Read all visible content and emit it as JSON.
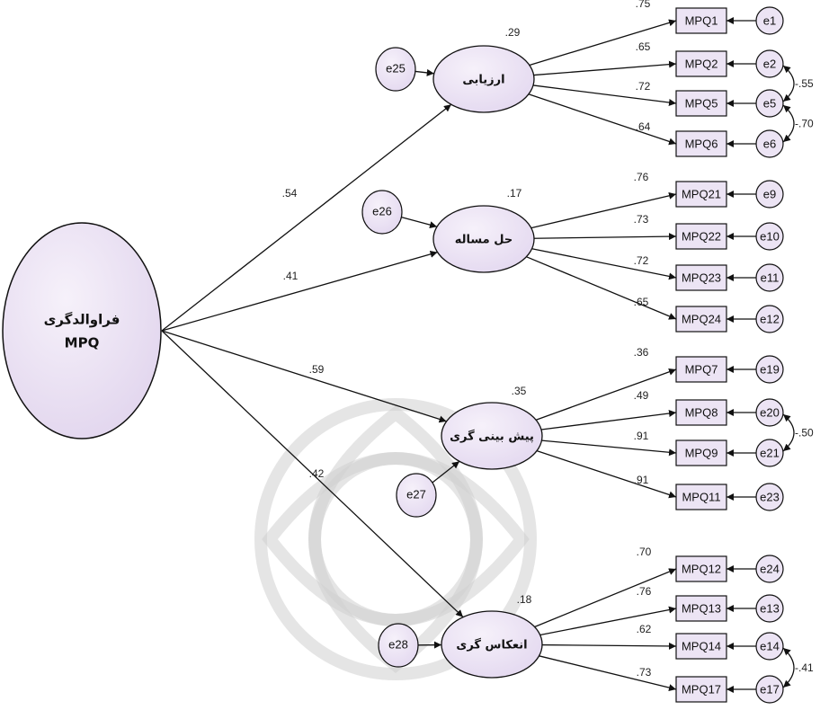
{
  "second_order": {
    "line1": "فراوالدگری",
    "line2": "MPQ"
  },
  "factors": [
    {
      "id": "f1",
      "label": "ارزیابی",
      "r2": ".29",
      "path": ".54",
      "error": "e25",
      "items": [
        {
          "id": "MPQ1",
          "loading": ".75",
          "error": "e1"
        },
        {
          "id": "MPQ2",
          "loading": ".65",
          "error": "e2"
        },
        {
          "id": "MPQ5",
          "loading": ".72",
          "error": "e5"
        },
        {
          "id": "MPQ6",
          "loading": ".64",
          "error": "e6"
        }
      ],
      "correlations": [
        {
          "between": [
            "e2",
            "e5"
          ],
          "value": "-.55"
        },
        {
          "between": [
            "e5",
            "e6"
          ],
          "value": "-.70"
        }
      ]
    },
    {
      "id": "f2",
      "label": "حل مساله",
      "r2": ".17",
      "path": ".41",
      "error": "e26",
      "items": [
        {
          "id": "MPQ21",
          "loading": ".76",
          "error": "e9"
        },
        {
          "id": "MPQ22",
          "loading": ".73",
          "error": "e10"
        },
        {
          "id": "MPQ23",
          "loading": ".72",
          "error": "e11"
        },
        {
          "id": "MPQ24",
          "loading": ".65",
          "error": "e12"
        }
      ],
      "correlations": []
    },
    {
      "id": "f3",
      "label": "پیش بینی گری",
      "r2": ".35",
      "path": ".59",
      "error": "e27",
      "items": [
        {
          "id": "MPQ7",
          "loading": ".36",
          "error": "e19"
        },
        {
          "id": "MPQ8",
          "loading": ".49",
          "error": "e20"
        },
        {
          "id": "MPQ9",
          "loading": ".91",
          "error": "e21"
        },
        {
          "id": "MPQ11",
          "loading": ".91",
          "error": "e23"
        }
      ],
      "correlations": [
        {
          "between": [
            "e20",
            "e21"
          ],
          "value": "-.50"
        }
      ]
    },
    {
      "id": "f4",
      "label": "انعکاس گری",
      "r2": ".18",
      "path": ".42",
      "error": "e28",
      "items": [
        {
          "id": "MPQ12",
          "loading": ".70",
          "error": "e24"
        },
        {
          "id": "MPQ13",
          "loading": ".76",
          "error": "e13"
        },
        {
          "id": "MPQ14",
          "loading": ".62",
          "error": "e14"
        },
        {
          "id": "MPQ17",
          "loading": ".73",
          "error": "e17"
        }
      ],
      "correlations": [
        {
          "between": [
            "e14",
            "e17"
          ],
          "value": "-.41"
        }
      ]
    }
  ],
  "colors": {
    "node_fill": "#e9e0f2",
    "node_fill_light": "#f6f1fa",
    "stroke": "#111111"
  }
}
